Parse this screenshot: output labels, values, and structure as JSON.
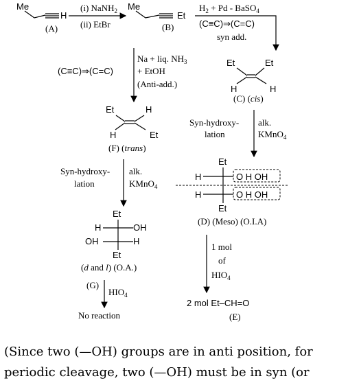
{
  "start": {
    "me": "Me",
    "h": "H"
  },
  "step1": {
    "reagent1": "(i) NaNH",
    "reagent1_sub": "2",
    "reagent2": "(ii) EtBr",
    "label": "(A)"
  },
  "b": {
    "me": "Me",
    "et": "Et",
    "label": "(B)"
  },
  "step2": {
    "reagent": "H",
    "reagent_sub": "2",
    "reagent_rest": " + Pd - BaSO",
    "reagent_sub2": "4",
    "conversion": "(C≡C)⇒(C=C)",
    "mode": "syn add."
  },
  "c": {
    "et1": "Et",
    "et2": "Et",
    "h1": "H",
    "h2": "H",
    "label": "(C) (",
    "label_it": "cis",
    "label_end": ")"
  },
  "step3": {
    "reagent": "Na + liq. NH",
    "reagent_sub": "3",
    "conversion": "(C≡C)⇒(C=C)",
    "reagent2": "+ EtOH",
    "mode": "(Anti-add.)"
  },
  "f": {
    "et1": "Et",
    "h1": "H",
    "h2": "H",
    "et2": "Et",
    "label": "(F) (",
    "label_it": "trans",
    "label_end": ")"
  },
  "step4": {
    "left1": "Syn-hydroxy-",
    "left2": "lation",
    "right1": "alk.",
    "right2": "KMnO",
    "right2_sub": "4"
  },
  "d": {
    "et_top": "Et",
    "h1": "H",
    "oh1": "O H  OH",
    "h2": "H",
    "oh2": "O H  OH",
    "et_bot": "Et",
    "label": "(D) (Meso) (O.I.A)"
  },
  "step5": {
    "left1": "Syn-hydroxy-",
    "left2": "lation",
    "right1": "alk.",
    "right2": "KMnO",
    "right2_sub": "4"
  },
  "g": {
    "et_top": "Et",
    "h1": "H",
    "oh1": "OH",
    "oh2": "OH",
    "h2": "H",
    "et_bot": "Et",
    "label": "(",
    "label_it": "d",
    "label_mid": " and ",
    "label_it2": "l",
    "label_end": ") (O.A.)"
  },
  "step6": {
    "g": "(G)",
    "reagent": "HIO",
    "reagent_sub": "4",
    "result": "No reaction"
  },
  "step7": {
    "line1": "1 mol",
    "line2": "of",
    "line3": "HIO",
    "line3_sub": "4"
  },
  "e": {
    "product": "2 mol Et–CH=O",
    "label": "(E)"
  },
  "footer": {
    "line1": "(Since two (—OH) groups are in anti position, for",
    "line2": "periodic cleavage, two (—OH) must be in syn (or"
  }
}
